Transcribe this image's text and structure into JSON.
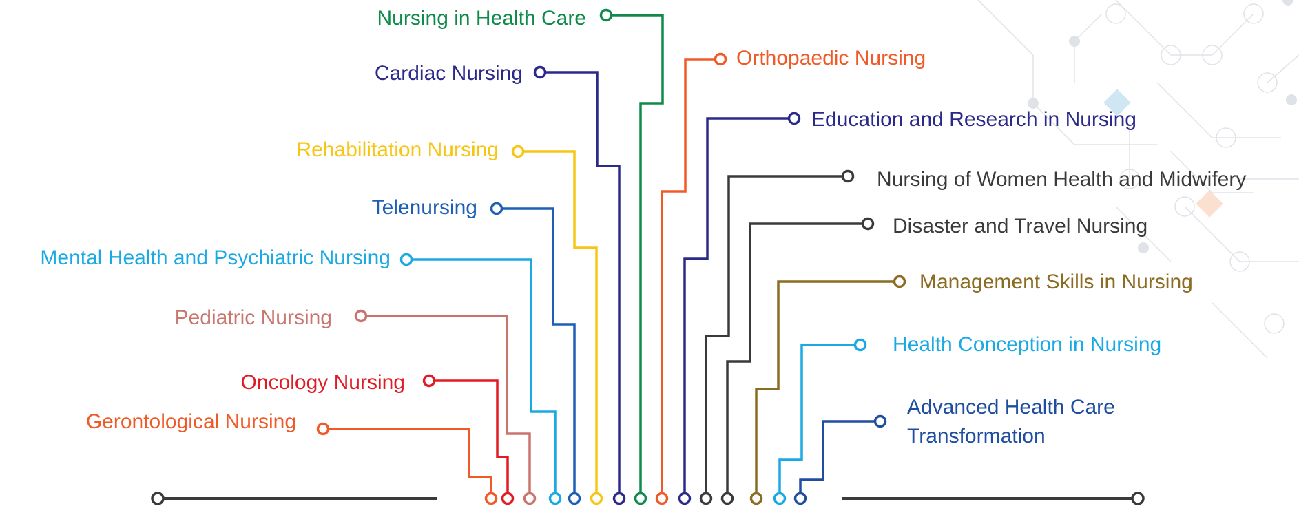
{
  "colors": {
    "green": "#0f8a4b",
    "navy": "#2b2a8a",
    "orange": "#f05a28",
    "yellow": "#f7c514",
    "blue": "#1d5fb5",
    "cyan": "#1aa9e3",
    "rose": "#c8766d",
    "red": "#e01b24",
    "gray": "#3a3a3a",
    "brown": "#8c6b22",
    "dark_blue": "#1f4ea1",
    "decor": "#dfe3e8"
  },
  "topics_left": [
    {
      "id": "nursing-in-health-care",
      "label": "Nursing in Health Care",
      "color": "#0f8a4b"
    },
    {
      "id": "cardiac-nursing",
      "label": "Cardiac Nursing",
      "color": "#2b2a8a"
    },
    {
      "id": "rehabilitation-nursing",
      "label": "Rehabilitation Nursing",
      "color": "#f7c514"
    },
    {
      "id": "telenursing",
      "label": "Telenursing",
      "color": "#1d5fb5"
    },
    {
      "id": "mental-health-nursing",
      "label": "Mental Health and Psychiatric Nursing",
      "color": "#1aa9e3"
    },
    {
      "id": "pediatric-nursing",
      "label": "Pediatric Nursing",
      "color": "#c8766d"
    },
    {
      "id": "oncology-nursing",
      "label": "Oncology Nursing",
      "color": "#e01b24"
    },
    {
      "id": "gerontological-nursing",
      "label": "Gerontological Nursing",
      "color": "#f05a28"
    }
  ],
  "topics_right": [
    {
      "id": "orthopaedic-nursing",
      "label": "Orthopaedic Nursing",
      "color": "#f05a28"
    },
    {
      "id": "education-research-nursing",
      "label": "Education and Research in Nursing",
      "color": "#2b2a8a"
    },
    {
      "id": "women-health-midwifery",
      "label": "Nursing of Women Health and Midwifery",
      "color": "#3a3a3a"
    },
    {
      "id": "disaster-travel-nursing",
      "label": "Disaster and Travel Nursing",
      "color": "#3a3a3a"
    },
    {
      "id": "management-skills-nursing",
      "label": "Management Skills in Nursing",
      "color": "#8c6b22"
    },
    {
      "id": "health-conception-nursing",
      "label": "Health Conception in Nursing",
      "color": "#1aa9e3"
    },
    {
      "id": "advanced-health-care",
      "label": "Advanced Health Care Transformation",
      "color": "#1f4ea1"
    }
  ]
}
